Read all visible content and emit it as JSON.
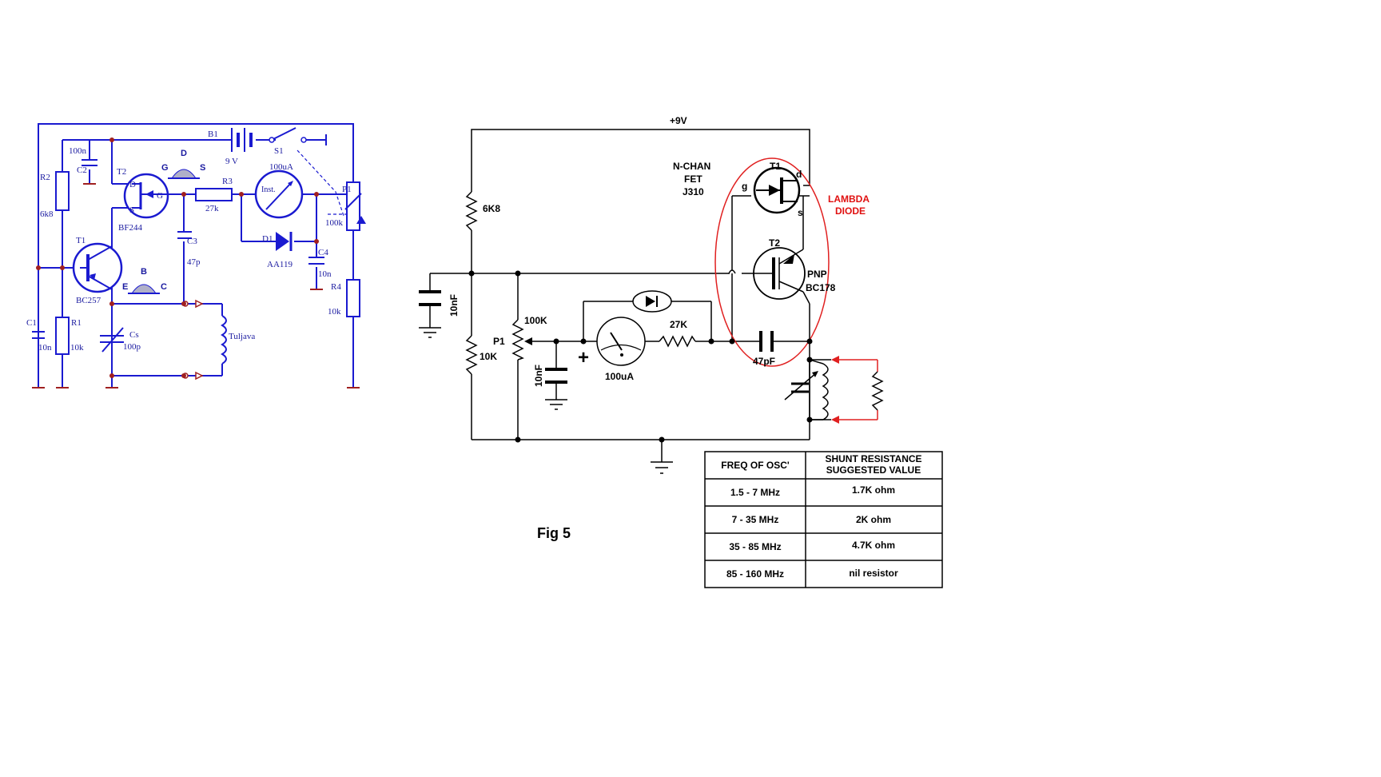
{
  "left_schematic": {
    "labels": {
      "R2": "R2",
      "R2_val": "6k8",
      "C2_val": "100n",
      "C2": "C2",
      "T2": "T2",
      "T2_part": "BF244",
      "T2_D": "D",
      "T2_S": "S",
      "T2_G": "G",
      "pin_D": "D",
      "pin_G": "G",
      "pin_S": "S",
      "B1": "B1",
      "B1_val": "9 V",
      "S1": "S1",
      "meter_val": "100uA",
      "meter_text": "Inst.",
      "R3": "R3",
      "R3_val": "27k",
      "P1": "P1",
      "P1_val": "100k",
      "T1": "T1",
      "T1_part": "BC257",
      "pin_B": "B",
      "pin_E": "E",
      "pin_C": "C",
      "C3": "C3",
      "C3_val": "47p",
      "D1": "D1",
      "D1_part": "AA119",
      "C4": "C4",
      "C4_val": "10n",
      "R4": "R4",
      "R4_val": "10k",
      "C1": "C1",
      "C1_val": "10n",
      "R1": "R1",
      "R1_val": "10k",
      "Cs": "Cs",
      "Cs_val": "100p",
      "coil": "Tuljava"
    }
  },
  "right_schematic": {
    "labels": {
      "supply": "+9V",
      "r_top": "6K8",
      "fet_type1": "N-CHAN",
      "fet_type2": "FET",
      "fet_part": "J310",
      "T1": "T1",
      "g": "g",
      "d": "d",
      "s": "s",
      "lambda1": "LAMBDA",
      "lambda2": "DIODE",
      "T2": "T2",
      "pnp": "PNP",
      "pnp_part": "BC178",
      "c_left": "10nF",
      "pot_val": "100K",
      "P1": "P1",
      "r_bottom": "10K",
      "c_mid": "10nF",
      "plus": "+",
      "meter": "100uA",
      "r27": "27K",
      "c47": "47pF"
    },
    "colors": {
      "lambda_ring": "#e02020",
      "shunt_arrows": "#e02020"
    }
  },
  "figure_title": "Fig 5",
  "table": {
    "headers": {
      "col1": "FREQ OF OSC'",
      "col2_line1": "SHUNT RESISTANCE",
      "col2_line2": "SUGGESTED VALUE"
    },
    "rows": [
      {
        "freq": "1.5 - 7 MHz",
        "value": "1.7K ohm"
      },
      {
        "freq": "7 - 35 MHz",
        "value": "2K ohm"
      },
      {
        "freq": "35 - 85 MHz",
        "value": "4.7K ohm"
      },
      {
        "freq": "85 - 160 MHz",
        "value": "nil resistor"
      }
    ]
  }
}
